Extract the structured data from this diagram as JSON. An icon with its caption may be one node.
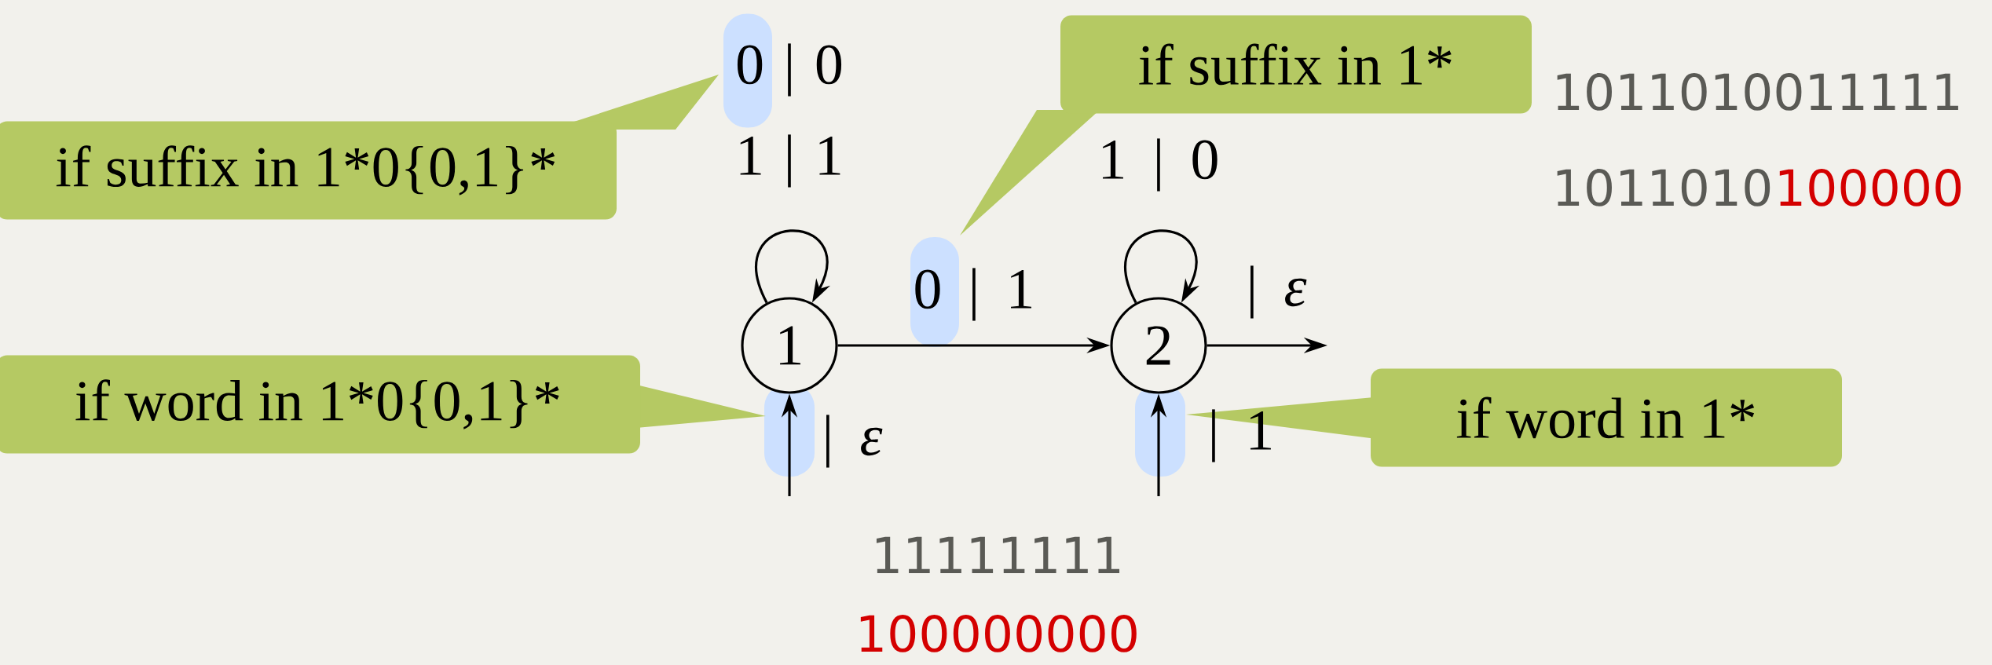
{
  "diagram": {
    "nodes": [
      {
        "text": [
          "1"
        ]
      },
      {
        "text": [
          "2"
        ]
      },
      {
        "text": [
          "if suffix in 1*0{0,1}*"
        ]
      },
      {
        "text": [
          "if suffix in 1*"
        ]
      },
      {
        "text": [
          "if word in 1*0{0,1}*"
        ]
      },
      {
        "text": [
          "if word in 1*"
        ]
      }
    ],
    "edges": [
      {
        "from": 0,
        "to": 0,
        "arrow": "to",
        "label": "0 | 0 1 | 1"
      },
      {
        "from": 0,
        "to": 1,
        "arrow": "to",
        "label": "0 | 1"
      },
      {
        "from": 1,
        "to": 1,
        "arrow": "to",
        "label": "1 | 0"
      },
      {
        "from": 1,
        "to": null,
        "arrow": "to",
        "label": "| *ε*"
      },
      {
        "from": null,
        "to": 0,
        "arrow": "to",
        "label": "| *ε*"
      },
      {
        "from": null,
        "to": 1,
        "arrow": "to",
        "label": "| 1"
      }
    ],
    "labels": [
      "1011010011111",
      "1011010",
      "100000",
      "11111111",
      "100000000"
    ]
  }
}
